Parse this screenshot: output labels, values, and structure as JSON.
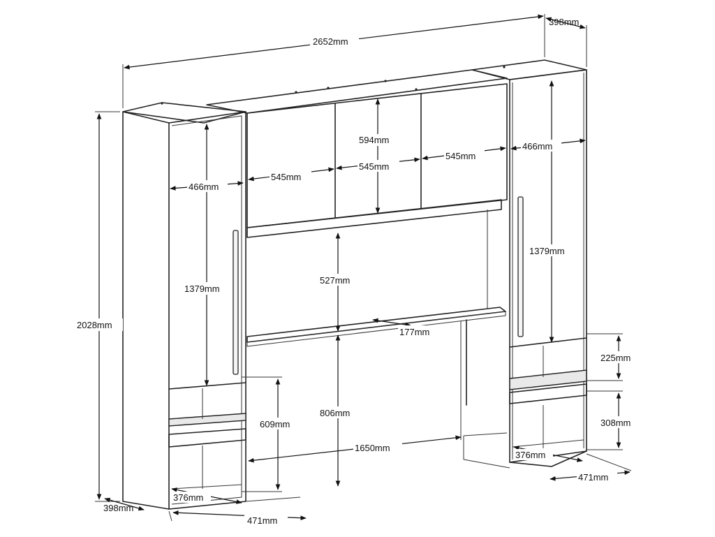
{
  "diagram": {
    "labels": {
      "overall_width": "2652mm",
      "top_depth": "398mm",
      "overall_height": "2028mm",
      "bottom_depth": "398mm",
      "left_bottom_width": "471mm",
      "right_bottom_width": "471mm",
      "left_inner_width": "466mm",
      "right_inner_width": "466mm",
      "left_door_height": "1379mm",
      "right_door_height": "1379mm",
      "bridge_door_height": "594mm",
      "bridge_door_left": "545mm",
      "bridge_door_mid": "545mm",
      "bridge_door_right": "545mm",
      "open_shelf_height": "527mm",
      "shelf_depth": "177mm",
      "under_shelf_height": "806mm",
      "inner_span": "1650mm",
      "left_lower_height": "609mm",
      "left_base_depth": "376mm",
      "right_base_depth": "376mm",
      "right_drawer_height": "225mm",
      "right_lower_height": "308mm"
    }
  }
}
